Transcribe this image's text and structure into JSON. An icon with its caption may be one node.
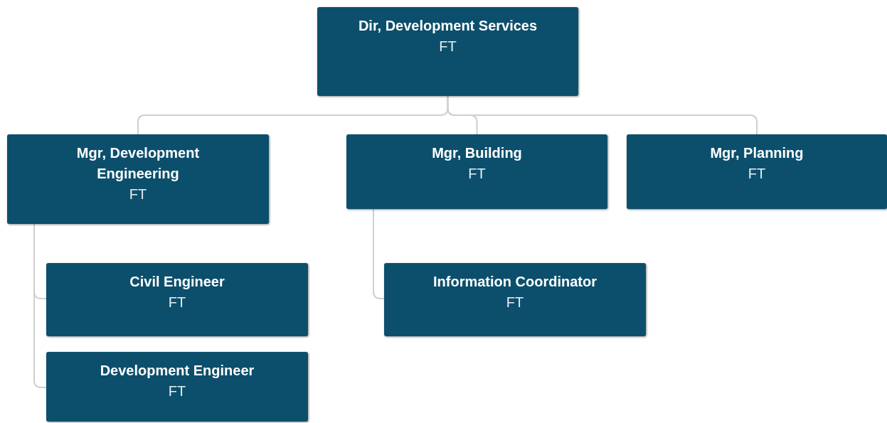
{
  "diagram": {
    "nodes": [
      {
        "text": [
          "Dir, Development Services",
          "FT"
        ]
      },
      {
        "text": [
          "Mgr, Development Engineering",
          "FT"
        ]
      },
      {
        "text": [
          "Mgr, Building",
          "FT"
        ]
      },
      {
        "text": [
          "Mgr, Planning",
          "FT"
        ]
      },
      {
        "text": [
          "Civil Engineer",
          "FT"
        ]
      },
      {
        "text": [
          "Information Coordinator",
          "FT"
        ]
      },
      {
        "text": [
          "Development Engineer",
          "FT"
        ]
      }
    ],
    "edges": [
      {
        "from": 0,
        "to": 1,
        "arrow": "none"
      },
      {
        "from": 0,
        "to": 2,
        "arrow": "none"
      },
      {
        "from": 0,
        "to": 3,
        "arrow": "none"
      },
      {
        "from": 1,
        "to": 4,
        "arrow": "none"
      },
      {
        "from": 1,
        "to": 6,
        "arrow": "none"
      },
      {
        "from": 2,
        "to": 5,
        "arrow": "none"
      }
    ]
  }
}
